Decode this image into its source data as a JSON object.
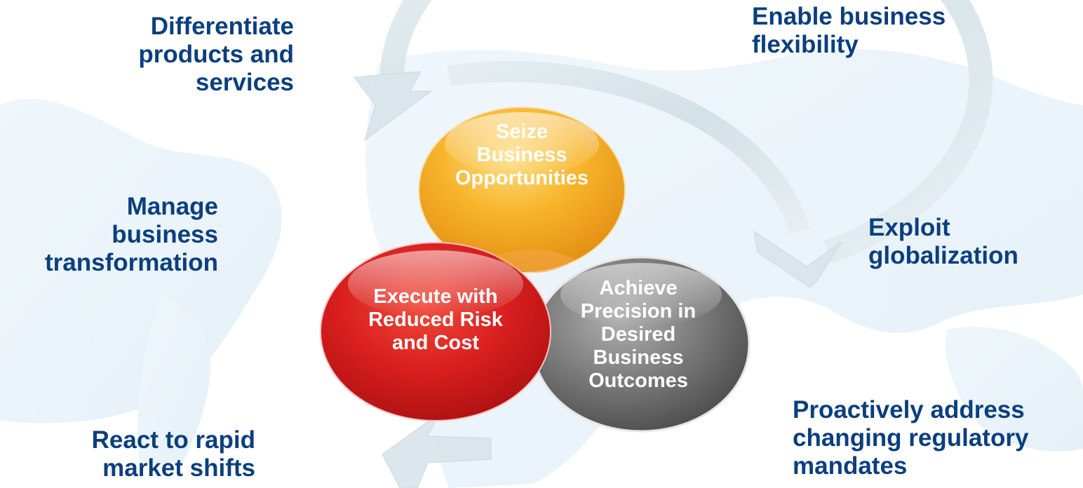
{
  "colors": {
    "label_text": "#0b3f7e",
    "circle_text": "#ffffff",
    "seize_circle": "#f0a21a",
    "execute_circle": "#d81e1e",
    "achieve_circle": "#6a6a6a",
    "arrow": "#d7e4ea",
    "map": "#eaf4f9"
  },
  "labels": {
    "differentiate": [
      "Differentiate",
      "products and",
      "services"
    ],
    "enable": [
      "Enable business",
      "flexibility"
    ],
    "manage": [
      "Manage",
      "business",
      "transformation"
    ],
    "exploit": [
      "Exploit",
      "globalization"
    ],
    "react": [
      "React to rapid",
      "market shifts"
    ],
    "proactively": [
      "Proactively address",
      "changing regulatory",
      "mandates"
    ]
  },
  "circles": {
    "seize": [
      "Seize",
      "Business",
      "Opportunities"
    ],
    "execute": [
      "Execute with",
      "Reduced Risk",
      "and Cost"
    ],
    "achieve": [
      "Achieve",
      "Precision in",
      "Desired",
      "Business",
      "Outcomes"
    ]
  }
}
